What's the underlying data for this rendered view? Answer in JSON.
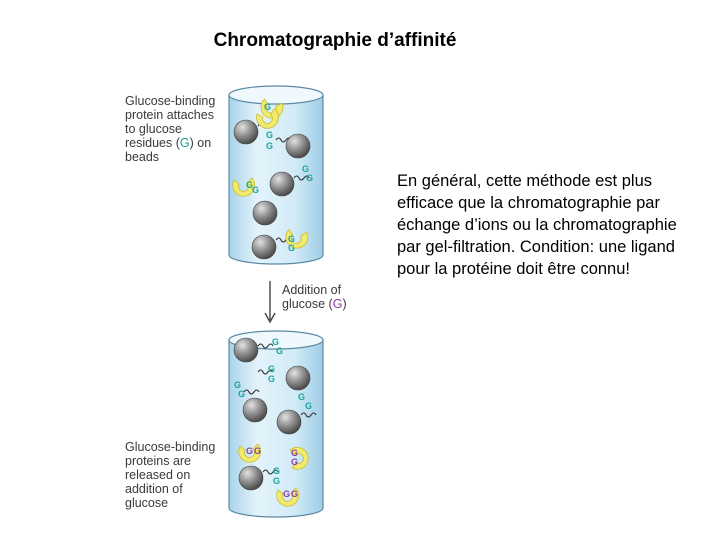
{
  "title": "Chromatographie d’affinité",
  "body_text": "En général, cette méthode est plus efficace que la chromatographie par échange d’ions ou la chromatographie par gel-filtration. Condition: une ligand pour la protéine doit être connu!",
  "captions": {
    "top": {
      "line1": "Glucose-binding",
      "line2": "protein attaches",
      "line3": "to glucose",
      "line4_pre": "residues (",
      "line4_g": "G",
      "line4_post": ") on",
      "line5": "beads"
    },
    "middle": {
      "line1": "Addition of",
      "line2_pre": "glucose (",
      "line2_g": "G",
      "line2_post": ")"
    },
    "bottom": {
      "line1": "Glucose-binding",
      "line2": "proteins are",
      "line3": "released on",
      "line4": "addition of",
      "line5": "glucose"
    }
  },
  "glyph": "G",
  "colors": {
    "glucose_bead": "#1aa59a",
    "glucose_free": "#8a3fa0",
    "protein": "#f2ea6e",
    "bead": "#8c8c8c",
    "column": "#c9e6f4"
  }
}
